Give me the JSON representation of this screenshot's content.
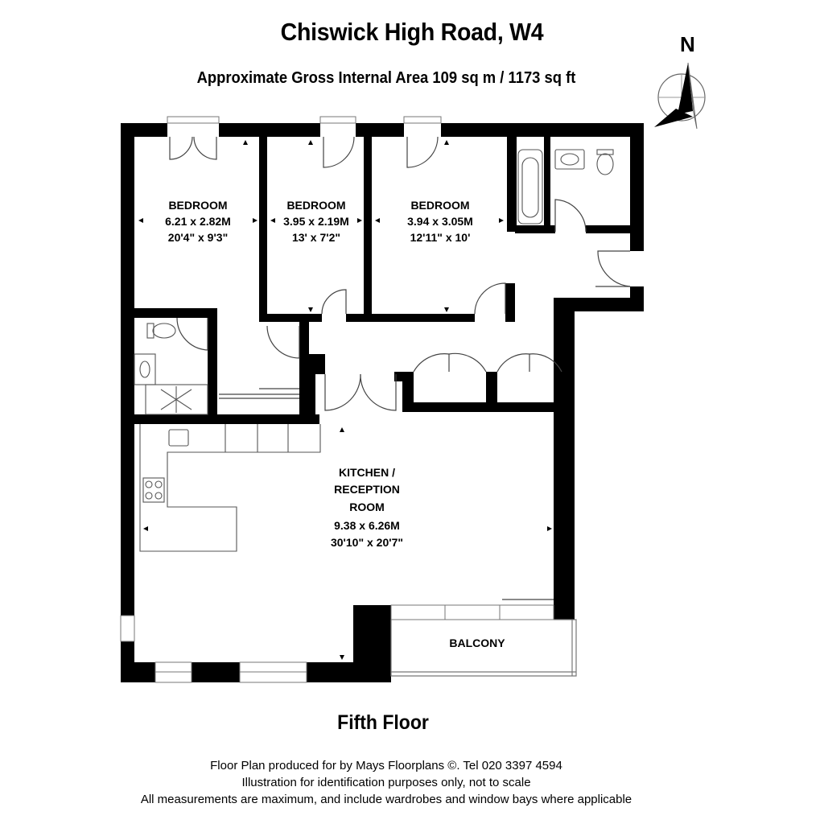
{
  "header": {
    "title": "Chiswick High Road, W4",
    "subtitle": "Approximate Gross Internal Area 109 sq m  /  1173 sq ft"
  },
  "compass": {
    "north_label": "N"
  },
  "rooms": {
    "bedroom1": {
      "name": "BEDROOM",
      "metric": "6.21 x 2.82M",
      "imperial": "20'4\" x 9'3\""
    },
    "bedroom2": {
      "name": "BEDROOM",
      "metric": "3.95 x 2.19M",
      "imperial": "13' x 7'2\""
    },
    "bedroom3": {
      "name": "BEDROOM",
      "metric": "3.94 x 3.05M",
      "imperial": "12'11\" x 10'"
    },
    "kitchen": {
      "name_line1": "KITCHEN /",
      "name_line2": "RECEPTION",
      "name_line3": "ROOM",
      "metric": "9.38 x 6.26M",
      "imperial": "30'10\" x 20'7\""
    },
    "balcony": {
      "name": "BALCONY"
    }
  },
  "floor": {
    "label": "Fifth Floor"
  },
  "footer": {
    "line1": "Floor Plan produced for by Mays Floorplans ©. Tel 020 3397 4594",
    "line2": "Illustration for identification purposes only, not to scale",
    "line3": "All measurements are maximum, and include wardrobes and window bays where applicable"
  },
  "colors": {
    "wall": "#000000",
    "fixture": "#555555",
    "background": "#ffffff"
  }
}
